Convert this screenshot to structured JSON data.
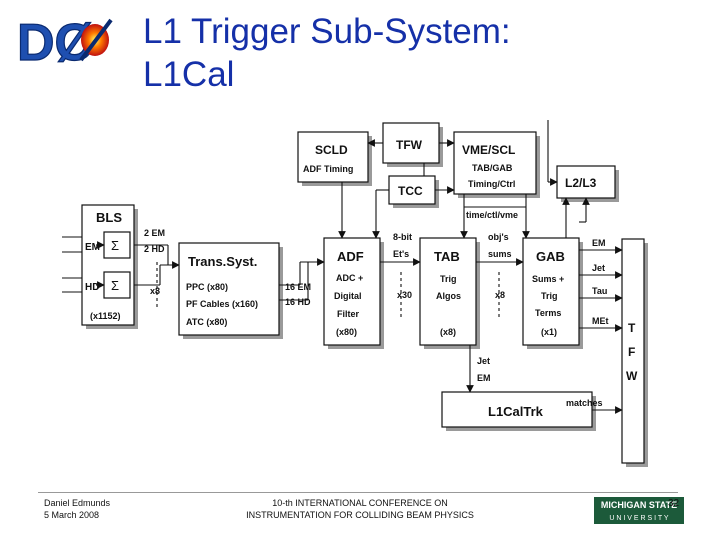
{
  "slide": {
    "title_line1": "L1 Trigger Sub-System:",
    "title_line2": "L1Cal",
    "logo_text": "DØ",
    "page_number": "32"
  },
  "footer": {
    "author": "Daniel Edmunds",
    "date": "5 March 2008",
    "conference_line1": "10-th INTERNATIONAL CONFERENCE ON",
    "conference_line2": "INSTRUMENTATION FOR COLLIDING BEAM PHYSICS",
    "university_line1": "MICHIGAN STATE",
    "university_line2": "U N I V E R S I T Y"
  },
  "diagram": {
    "bls": {
      "title": "BLS",
      "em": "EM",
      "hd": "HD",
      "sigma": "Σ",
      "count": "(x1152)"
    },
    "bls_out": {
      "em": "2 EM",
      "hd": "2 HD",
      "mult": "x8"
    },
    "trans": {
      "title": "Trans.Syst.",
      "l1": "PPC (x80)",
      "l2": "PF Cables (x160)",
      "l3": "ATC (x80)"
    },
    "trans_out": {
      "em": "16 EM",
      "hd": "16 HD"
    },
    "scld": {
      "title": "SCLD",
      "sub": "ADF Timing"
    },
    "tfw": {
      "title": "TFW"
    },
    "tcc": {
      "title": "TCC"
    },
    "vme": {
      "title": "VME/SCL",
      "l1": "TAB/GAB",
      "l2": "Timing/Ctrl"
    },
    "l2l3": {
      "title": "L2/L3"
    },
    "bus_label": "time/ctl/vme",
    "adf": {
      "title": "ADF",
      "l1": "ADC +",
      "l2": "Digital",
      "l3": "Filter",
      "count": "(x80)"
    },
    "adf_out": {
      "l1": "8-bit",
      "l2": "Et's",
      "mult": "x30"
    },
    "tab": {
      "title": "TAB",
      "l1": "Trig",
      "l2": "Algos",
      "count": "(x8)"
    },
    "tab_out": {
      "l1": "obj's",
      "l2": "sums",
      "mult": "x8"
    },
    "gab": {
      "title": "GAB",
      "l1": "Sums +",
      "l2": "Trig",
      "l3": "Terms",
      "count": "(x1)"
    },
    "gab_out": {
      "em": "EM",
      "jet": "Jet",
      "tau": "Tau",
      "met": "MEt"
    },
    "tfw_side": {
      "t": "T",
      "f": "F",
      "w": "W"
    },
    "tab_down": {
      "l1": "Jet",
      "l2": "EM"
    },
    "l1caltrk": {
      "title": "L1CalTrk",
      "matches": "matches"
    }
  },
  "colors": {
    "title": "#1530a8",
    "box_stroke": "#111111",
    "shadow": "#9a9a9a",
    "msu_green": "#1c5a3a"
  }
}
